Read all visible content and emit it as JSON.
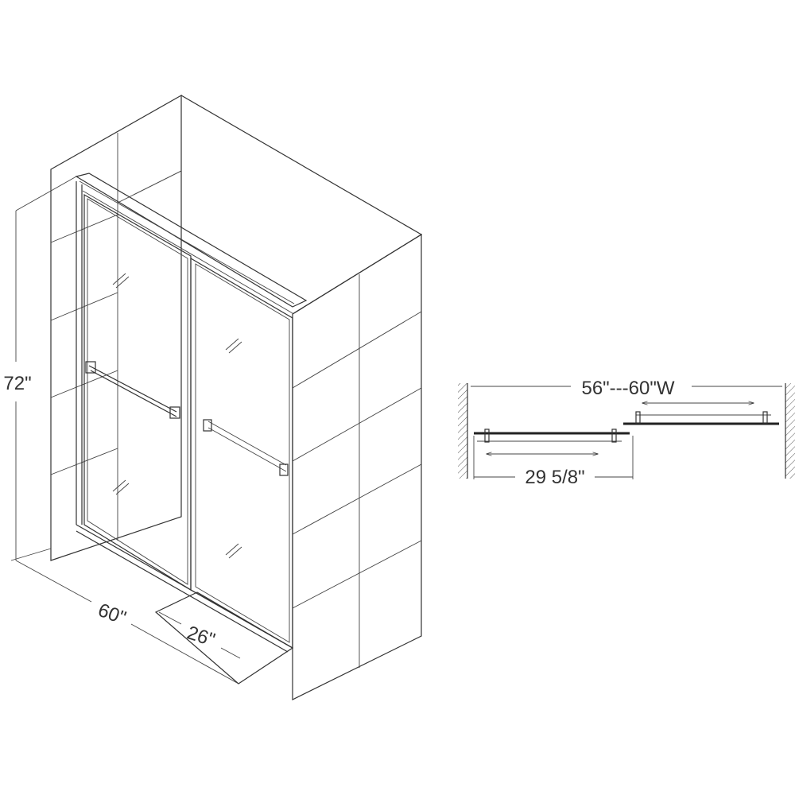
{
  "diagram": {
    "height_label": "72\"",
    "width_label": "60\"",
    "opening_label": "26\"",
    "range_label": "56\"---60\"W",
    "panel_label": "29 5/8\""
  },
  "colors": {
    "line": "#333333",
    "background": "#ffffff"
  }
}
